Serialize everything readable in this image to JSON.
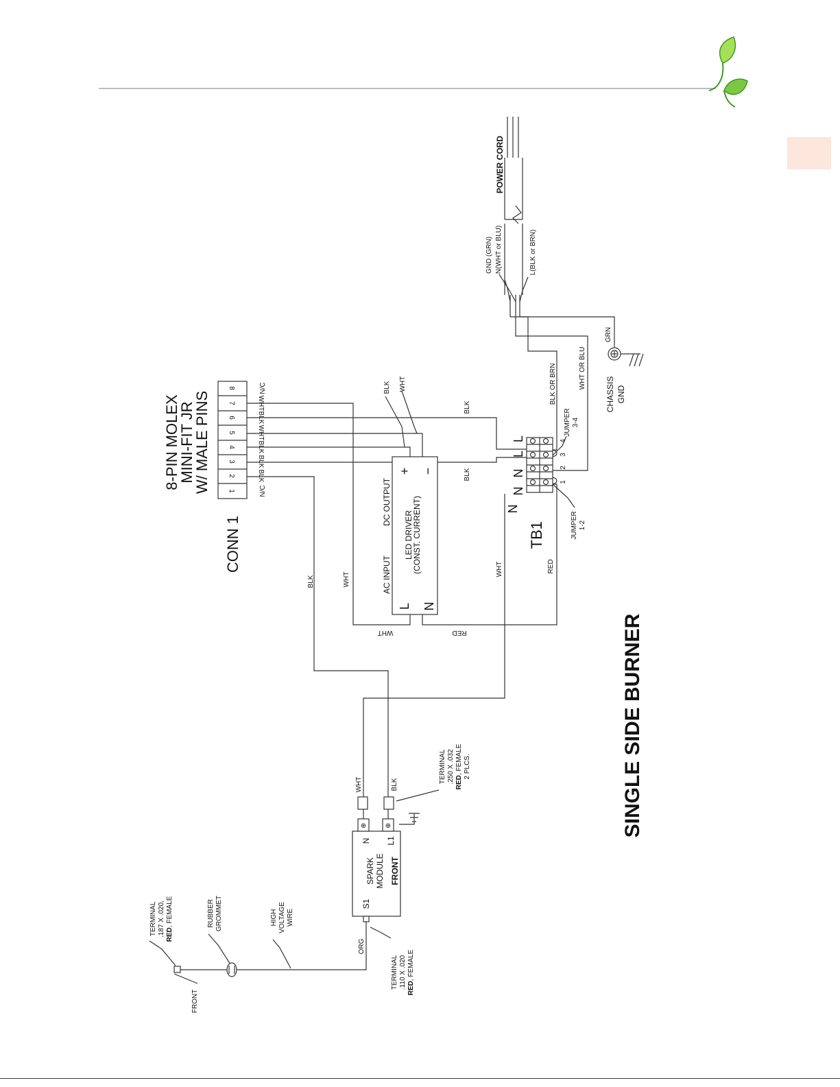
{
  "title": "SINGLE SIDE BURNER",
  "colors": {
    "header_rule": "#bdbdbd",
    "side_tab": "#fde6dc",
    "leaf_light": "#a6e05a",
    "leaf_dark": "#3f9a1f",
    "wire": "#333333"
  },
  "icons": {
    "logo": "leaf-logo-icon",
    "chassis_ground": "ground-screw-icon",
    "spark_ground": "ground-symbol-icon",
    "grommet": "grommet-icon"
  },
  "connector": {
    "name": "CONN 1",
    "description": [
      "8-PIN MOLEX",
      "MINI-FIT JR",
      "W/ MALE PINS"
    ],
    "pins": [
      {
        "pin": "1",
        "wire": "N/C"
      },
      {
        "pin": "2",
        "wire": "BLK"
      },
      {
        "pin": "3",
        "wire": "BLK"
      },
      {
        "pin": "4",
        "wire": "BLK"
      },
      {
        "pin": "5",
        "wire": "WHT"
      },
      {
        "pin": "6",
        "wire": "BLK"
      },
      {
        "pin": "7",
        "wire": "WHT"
      },
      {
        "pin": "8",
        "wire": "N/C"
      }
    ]
  },
  "power_cord": {
    "label": "POWER CORD",
    "leads": [
      "GND (GRN)",
      "N(WHT or BLU)",
      "L(BLK or BRN)"
    ]
  },
  "chassis_ground": {
    "label": [
      "CHASSIS",
      "GND"
    ],
    "wire": "GRN"
  },
  "terminal_block": {
    "name": "TB1",
    "top_labels": [
      "L",
      "L"
    ],
    "mid_labels": [
      "N",
      "N"
    ],
    "bottom_labels": [
      "N"
    ],
    "numbers": [
      "1",
      "2",
      "3",
      "4"
    ],
    "jumper_a": [
      "JUMPER",
      "3-4"
    ],
    "jumper_b": [
      "JUMPER",
      "1-2"
    ]
  },
  "led_driver": {
    "name": [
      "LED DRIVER",
      "(CONST. CURRENT)"
    ],
    "ac_input": "AC INPUT",
    "dc_output": "DC OUTPUT",
    "input_l": "L",
    "input_n": "N",
    "plus": "+",
    "minus": "−",
    "lead_blk": "BLK",
    "lead_wht": "WHT"
  },
  "spark_module": {
    "name": [
      "SPARK",
      "MODULE"
    ],
    "front": "FRONT",
    "terminals": [
      "S1",
      "N",
      "L1"
    ]
  },
  "wire_labels": {
    "blk_or_brn": "BLK OR BRN",
    "wht_or_blu": "WHT OR BLU",
    "blk_top": "BLK",
    "blk_mid": "BLK",
    "wht_left": "WHT",
    "wht_bottom": "WHT",
    "red_bottom": "RED",
    "wht_tb": "WHT",
    "red_tb": "RED",
    "blk_long": "BLK",
    "wht_spark": "WHT",
    "blk_spark": "BLK",
    "org": "ORG",
    "high_voltage": [
      "HIGH",
      "VOLTAGE",
      "WIRE"
    ],
    "front": "FRONT"
  },
  "terminals": {
    "spark_term": [
      "TERMINAL",
      ".250 X .032",
      "RED",
      ", FEMALE",
      "2 PLCS."
    ],
    "s1_term": [
      "TERMINAL",
      ".110 X .020",
      "RED",
      ", FEMALE"
    ],
    "hv_term": [
      "TERMINAL",
      ".187 X .020,",
      "RED",
      ", FEMALE"
    ],
    "grommet": [
      "RUBBER",
      "GROMMET"
    ]
  }
}
